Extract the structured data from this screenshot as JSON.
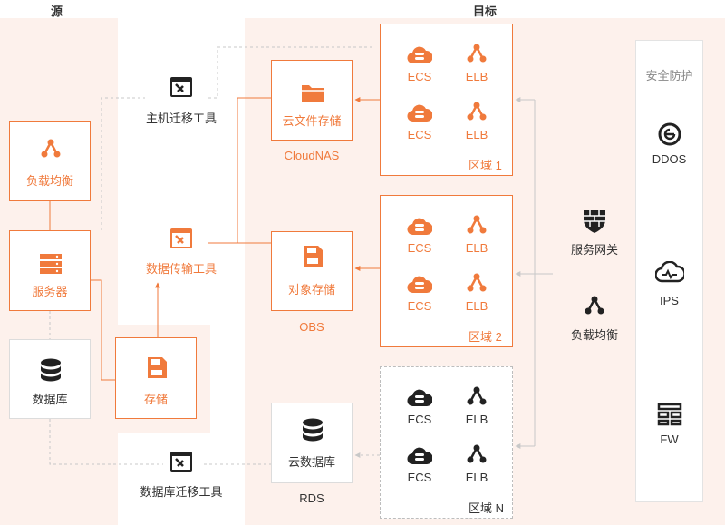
{
  "headings": {
    "source": "源",
    "target": "目标"
  },
  "source": {
    "lb": "负载均衡",
    "server": "服务器",
    "db": "数据库",
    "storage": "存储"
  },
  "tools": {
    "host_migration": "主机迁移工具",
    "data_transfer": "数据传输工具",
    "db_migration": "数据库迁移工具"
  },
  "services": {
    "nas_label": "云文件存储",
    "nas_caption": "CloudNAS",
    "oss_label": "对象存储",
    "oss_caption": "OBS",
    "rds_label": "云数据库",
    "rds_caption": "RDS"
  },
  "regions": [
    {
      "ecs": "ECS",
      "elb": "ELB",
      "label": "区域 1"
    },
    {
      "ecs": "ECS",
      "elb": "ELB",
      "label": "区域 2"
    },
    {
      "ecs": "ECS",
      "elb": "ELB",
      "label": "区域 N"
    }
  ],
  "gateway": {
    "service_gw": "服务网关",
    "lb": "负载均衡"
  },
  "security": {
    "title": "安全防护",
    "ddos": "DDOS",
    "ips": "IPS",
    "fw": "FW"
  },
  "colors": {
    "accent": "#f07a3c",
    "background_tint": "#fdf1ec",
    "dark": "#222222"
  }
}
